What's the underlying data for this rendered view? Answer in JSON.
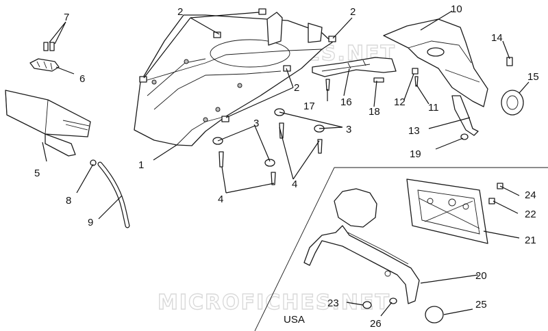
{
  "diagram": {
    "watermark": "MICROFICHES.NET",
    "region_label": "USA",
    "callouts": [
      {
        "id": "c1",
        "text": "1"
      },
      {
        "id": "c2a",
        "text": "2"
      },
      {
        "id": "c2b",
        "text": "2"
      },
      {
        "id": "c2c",
        "text": "2"
      },
      {
        "id": "c3a",
        "text": "3"
      },
      {
        "id": "c3b",
        "text": "3"
      },
      {
        "id": "c4a",
        "text": "4"
      },
      {
        "id": "c4b",
        "text": "4"
      },
      {
        "id": "c5",
        "text": "5"
      },
      {
        "id": "c6",
        "text": "6"
      },
      {
        "id": "c7",
        "text": "7"
      },
      {
        "id": "c8",
        "text": "8"
      },
      {
        "id": "c9",
        "text": "9"
      },
      {
        "id": "c10",
        "text": "10"
      },
      {
        "id": "c11",
        "text": "11"
      },
      {
        "id": "c12",
        "text": "12"
      },
      {
        "id": "c13",
        "text": "13"
      },
      {
        "id": "c14",
        "text": "14"
      },
      {
        "id": "c15",
        "text": "15"
      },
      {
        "id": "c16",
        "text": "16"
      },
      {
        "id": "c17",
        "text": "17"
      },
      {
        "id": "c18",
        "text": "18"
      },
      {
        "id": "c19",
        "text": "19"
      },
      {
        "id": "c20",
        "text": "20"
      },
      {
        "id": "c21",
        "text": "21"
      },
      {
        "id": "c22",
        "text": "22"
      },
      {
        "id": "c23",
        "text": "23"
      },
      {
        "id": "c24",
        "text": "24"
      },
      {
        "id": "c25",
        "text": "25"
      },
      {
        "id": "c26",
        "text": "26"
      }
    ]
  }
}
